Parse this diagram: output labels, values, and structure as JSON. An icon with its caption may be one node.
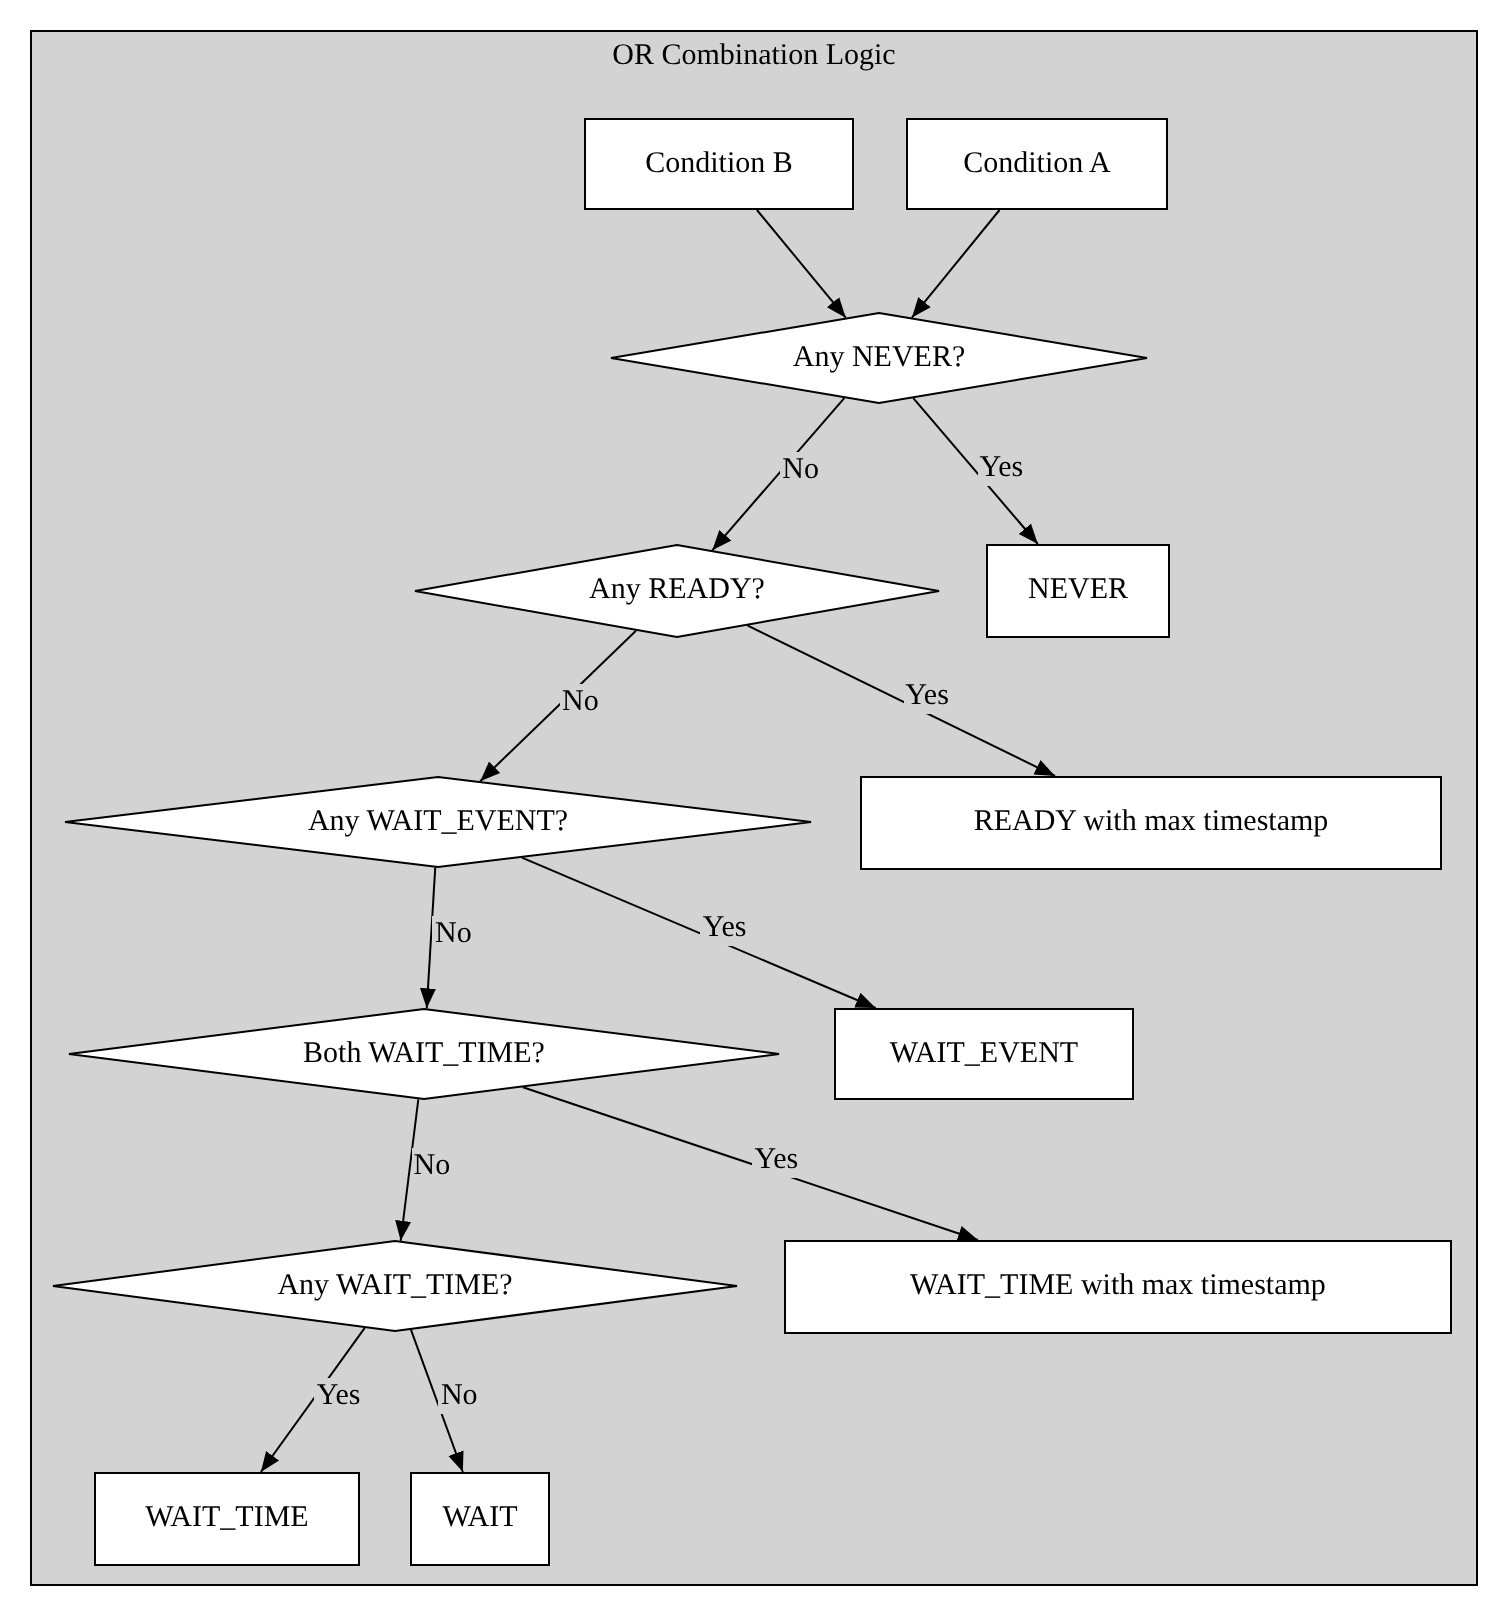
{
  "diagram": {
    "nodes": [
      {
        "text": [
          "OR Combination Logic"
        ]
      },
      {
        "text": [
          "Condition B"
        ],
        "in": 0
      },
      {
        "text": [
          "Condition A"
        ],
        "in": 0
      },
      {
        "text": [
          "Any NEVER?"
        ],
        "in": 0
      },
      {
        "text": [
          "NEVER"
        ],
        "in": 0
      },
      {
        "text": [
          "Any READY?"
        ],
        "in": 0
      },
      {
        "text": [
          "READY with max timestamp"
        ],
        "in": 0
      },
      {
        "text": [
          "Any WAIT_EVENT?"
        ],
        "in": 0
      },
      {
        "text": [
          "WAIT_EVENT"
        ],
        "in": 0
      },
      {
        "text": [
          "Both WAIT_TIME?"
        ],
        "in": 0
      },
      {
        "text": [
          "WAIT_TIME with max timestamp"
        ],
        "in": 0
      },
      {
        "text": [
          "Any WAIT_TIME?"
        ],
        "in": 0
      },
      {
        "text": [
          "WAIT_TIME"
        ],
        "in": 0
      },
      {
        "text": [
          "WAIT"
        ],
        "in": 0
      }
    ],
    "edges": [
      {
        "from": 1,
        "to": 3,
        "arrow": "to"
      },
      {
        "from": 2,
        "to": 3,
        "arrow": "to"
      },
      {
        "from": 3,
        "to": 5,
        "arrow": "to",
        "label": "No"
      },
      {
        "from": 3,
        "to": 4,
        "arrow": "to",
        "label": "Yes"
      },
      {
        "from": 5,
        "to": 7,
        "arrow": "to",
        "label": "No"
      },
      {
        "from": 5,
        "to": 6,
        "arrow": "to",
        "label": "Yes"
      },
      {
        "from": 7,
        "to": 9,
        "arrow": "to",
        "label": "No"
      },
      {
        "from": 7,
        "to": 8,
        "arrow": "to",
        "label": "Yes"
      },
      {
        "from": 9,
        "to": 11,
        "arrow": "to",
        "label": "No"
      },
      {
        "from": 9,
        "to": 10,
        "arrow": "to",
        "label": "Yes"
      },
      {
        "from": 11,
        "to": 12,
        "arrow": "to",
        "label": "Yes"
      },
      {
        "from": 11,
        "to": 13,
        "arrow": "to",
        "label": "No"
      }
    ]
  }
}
